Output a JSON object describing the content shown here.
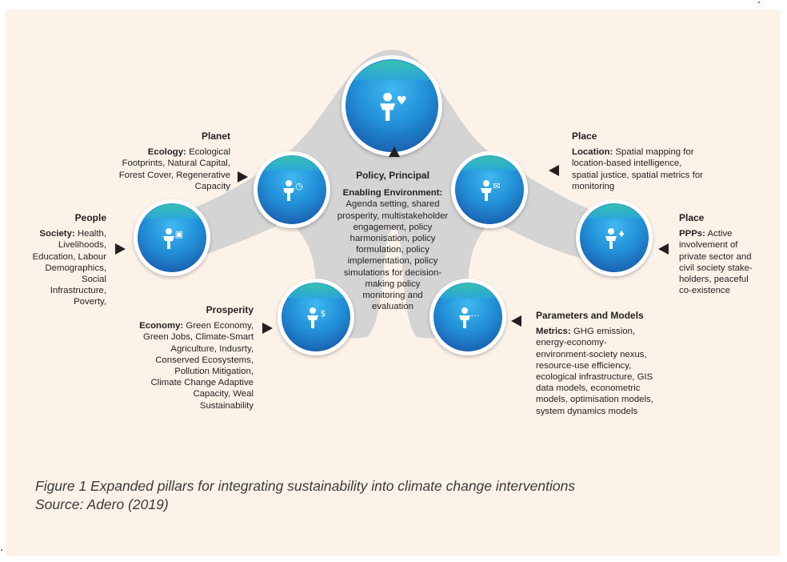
{
  "colors": {
    "background": "#fdf2e8",
    "connector": "#d4d4d4",
    "node_light": "#3fb8f0",
    "node_dark": "#1a66b2",
    "ring": "#ffffff",
    "accent_top": "#39c7a6"
  },
  "nodes": [
    {
      "id": "policy",
      "icon": "user-heart-icon"
    },
    {
      "id": "planet",
      "icon": "user-clock-icon"
    },
    {
      "id": "people",
      "icon": "user-briefcase-icon"
    },
    {
      "id": "prosperity",
      "icon": "user-dollar-icon"
    },
    {
      "id": "place1",
      "icon": "user-mail-icon"
    },
    {
      "id": "place2",
      "icon": "user-shield-icon"
    },
    {
      "id": "params",
      "icon": "user-chat-icon"
    }
  ],
  "planet": {
    "title": "Planet",
    "label": "Ecology:",
    "lines": [
      "Ecological",
      "Footprints, Natural Capital,",
      "Forest Cover, Regenerative",
      "Capacity"
    ]
  },
  "people": {
    "title": "People",
    "label": "Society:",
    "lines": [
      "Health,",
      "Livelihoods,",
      "Education, Labour",
      "Demographics,",
      "Social",
      "Infrastructure,",
      "Poverty,"
    ]
  },
  "prosperity": {
    "title": "Prosperity",
    "label": "Economy:",
    "lines": [
      "Green Economy,",
      "Green Jobs, Climate-Smart",
      "Agriculture, Indusrty,",
      "Conserved Ecosystems,",
      "Pollution Mitigation,",
      "Climate Change Adaptive",
      "Capacity, Weal",
      "Sustainability"
    ]
  },
  "policy": {
    "title": "Policy, Principal",
    "label": "Enabling Environment:",
    "lines": [
      "Agenda setting, shared",
      "prosperity, multistakeholder",
      "engagement, policy",
      "harmonisation, policy",
      "formulation, policy",
      "implementation, policy",
      "simulations for decision-",
      "making policy",
      "monitoring and",
      "evaluation"
    ]
  },
  "place1": {
    "title": "Place",
    "label": "Location:",
    "lines": [
      "Spatial mapping for",
      "location-based intelligence,",
      "spatial justice, spatial metrics for",
      "monitoring"
    ]
  },
  "place2": {
    "title": "Place",
    "label": "PPPs:",
    "lines": [
      "Active",
      "involvement of",
      "private sector and",
      "civil society stake-",
      "holders, peaceful",
      "co-existence"
    ]
  },
  "params": {
    "title": "Parameters and Models",
    "label": "Metrics:",
    "lines": [
      "GHG emission,",
      "energy-economy-",
      "environment-society nexus,",
      "resource-use efficiency,",
      "ecological infrastructure, GIS",
      "data models, econometric",
      "models, optimisation models,",
      "system dynamics models"
    ]
  },
  "caption": {
    "line1": "Figure 1 Expanded pillars for integrating sustainability into climate change interventions",
    "line2": "Source: Adero (2019)"
  }
}
